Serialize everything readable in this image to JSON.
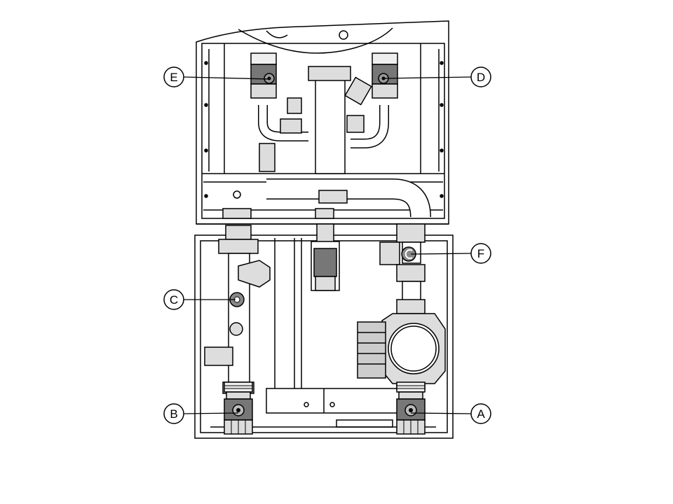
{
  "callouts": [
    {
      "id": "A",
      "label": "A"
    },
    {
      "id": "B",
      "label": "B"
    },
    {
      "id": "C",
      "label": "C"
    },
    {
      "id": "D",
      "label": "D"
    },
    {
      "id": "E",
      "label": "E"
    },
    {
      "id": "F",
      "label": "F"
    }
  ],
  "colors": {
    "line": "#000000",
    "fill_light": "#e6e6e6",
    "fill_mid": "#bdbdbd",
    "fill_dark": "#555555",
    "background": "#ffffff"
  }
}
